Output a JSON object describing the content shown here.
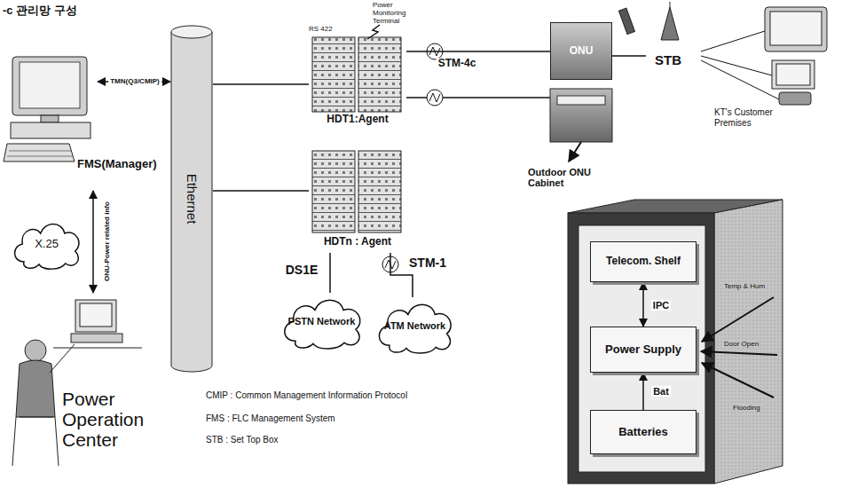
{
  "diagram": {
    "title": "-c 관리망 구성",
    "nodes": [
      {
        "text": [
          "FMS(Manager)"
        ]
      },
      {
        "text": [
          "Ethernet"
        ]
      },
      {
        "text": [
          "HDT1:Agent"
        ]
      },
      {
        "text": [
          "HDTn : Agent"
        ]
      },
      {
        "text": [
          "ONU"
        ]
      },
      {
        "text": [
          "STB"
        ]
      },
      {
        "text": [
          "Outdoor ONU Cabinet"
        ]
      },
      {
        "text": [
          "Telecom. Shelf"
        ],
        "in": 6
      },
      {
        "text": [
          "Power Supply"
        ],
        "in": 6
      },
      {
        "text": [
          "Batteries"
        ],
        "in": 6
      },
      {
        "text": [
          "X.25"
        ]
      },
      {
        "text": [
          "PSTN Network"
        ]
      },
      {
        "text": [
          "ATM Network"
        ]
      },
      {
        "text": [
          "Power Operation Center"
        ]
      }
    ],
    "edges": [
      {
        "from": 0,
        "to": 1,
        "arrow": "both",
        "label": "TMN(Q3/CMIP)"
      },
      {
        "from": 1,
        "to": 2,
        "arrow": "none"
      },
      {
        "from": 1,
        "to": 3,
        "arrow": "none"
      },
      {
        "from": 2,
        "to": 4,
        "arrow": "none",
        "label": "STM-4c"
      },
      {
        "from": 4,
        "to": 5,
        "arrow": "none"
      },
      {
        "from": 0,
        "to": 13,
        "arrow": "both",
        "label": "ONU-Power related info"
      },
      {
        "from": 3,
        "to": 11,
        "arrow": "none",
        "label": "DS1E"
      },
      {
        "from": 3,
        "to": 12,
        "arrow": "none",
        "label": "STM-1"
      },
      {
        "from": 7,
        "to": 8,
        "arrow": "both",
        "label": "IPC"
      },
      {
        "from": 9,
        "to": 8,
        "arrow": "to",
        "label": "Bat"
      }
    ],
    "labels": [
      "Power Monitoring Terminal",
      "RS 422",
      "KT's Customer Premises",
      "Temp & Hum",
      "Door Open",
      "Flooding",
      "CMIP : Common Management Information Protocol",
      "FMS : FLC Management System",
      "STB : Set Top Box"
    ]
  }
}
